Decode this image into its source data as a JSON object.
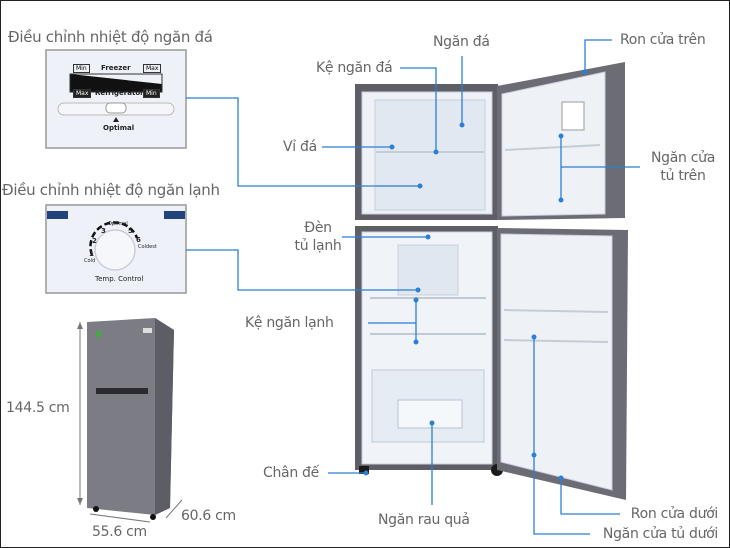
{
  "insets": {
    "freezer_control": {
      "title": "Điều chỉnh nhiệt độ ngăn đá",
      "freezer_label": "Freezer",
      "refrigerator_label": "Refrigerator",
      "min": "Min",
      "max": "Max",
      "optimal": "Optimal"
    },
    "fridge_control": {
      "title": "Điều chỉnh nhiệt độ ngăn lạnh",
      "dial_numbers": [
        "1",
        "2",
        "3",
        "5",
        "6"
      ],
      "cold": "Cold",
      "optimal": "Optimal",
      "coldest": "Coldest",
      "temp_control": "Temp. Control"
    }
  },
  "dimensions": {
    "height": "144.5 cm",
    "width": "55.6 cm",
    "depth": "60.6 cm"
  },
  "callouts": {
    "freezer_compartment": "Ngăn đá",
    "freezer_shelf": "Kệ ngăn đá",
    "ice_tray": "Vỉ đá",
    "light_1": "Đèn",
    "light_2": "tủ lạnh",
    "fridge_shelf": "Kệ ngăn lạnh",
    "feet": "Chân đế",
    "vegetable_drawer": "Ngăn rau quả",
    "upper_door_gasket": "Ron cửa trên",
    "upper_door_bin_1": "Ngăn cửa",
    "upper_door_bin_2": "tủ trên",
    "lower_door_gasket": "Ron cửa dưới",
    "lower_door_bin": "Ngăn cửa tủ dưới"
  },
  "colors": {
    "leader_line": "#2b7fd4",
    "label_text": "#666666",
    "fridge_body": "#6f6f78",
    "interior": "#eef2f7"
  }
}
